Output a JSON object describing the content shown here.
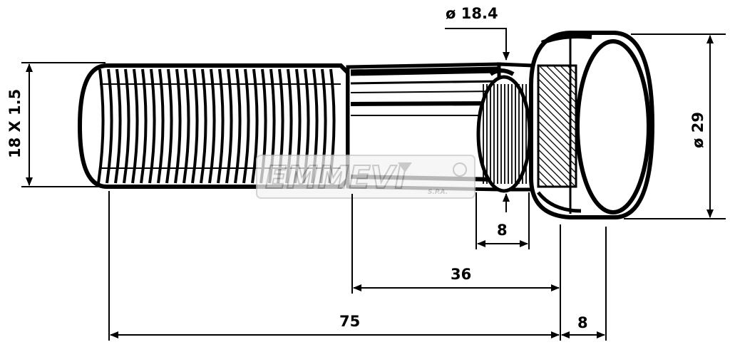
{
  "dimensions": {
    "thread": "18 X 1.5",
    "knurl_diameter": "ø 18.4",
    "head_diameter": "ø 29",
    "knurl_length": "8",
    "shank_length": "36",
    "total_length": "75",
    "head_length": "8"
  },
  "watermark": {
    "brand": "EMMEVI",
    "suffix": "S.P.A."
  },
  "colors": {
    "ink": "#000000",
    "paper": "#ffffff",
    "watermark": "#c8c8c8"
  }
}
